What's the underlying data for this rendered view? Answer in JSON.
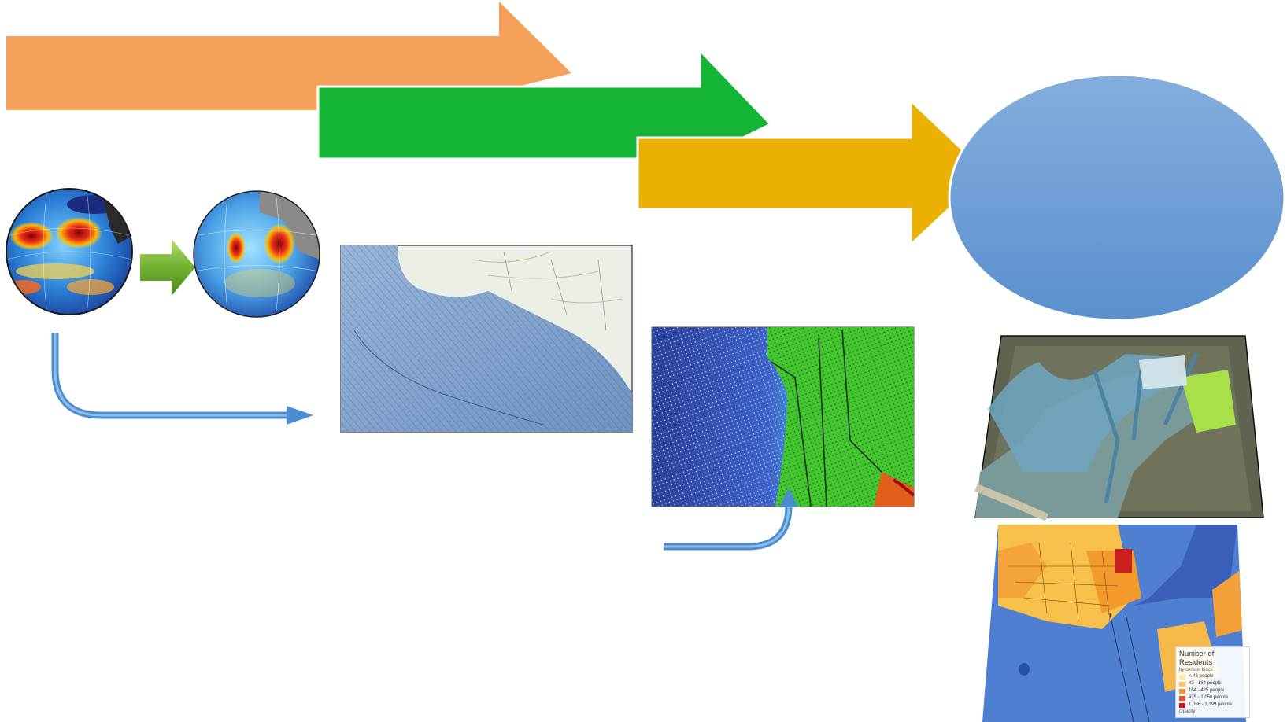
{
  "arrows": [
    {
      "name": "orange",
      "color": "#F6A15B"
    },
    {
      "name": "green",
      "color": "#14B436"
    },
    {
      "name": "gold",
      "color": "#EBB102"
    }
  ],
  "ellipse": {
    "color_top": "#84AEDC",
    "color_bottom": "#5A90CF"
  },
  "legend": {
    "title": "Number of Residents",
    "subtitle": "by census block",
    "items": [
      {
        "label": "< 43 people",
        "color": "#FEE8A8"
      },
      {
        "label": "43 - 164 people",
        "color": "#FDC46A"
      },
      {
        "label": "164 - 425 people",
        "color": "#F8962E"
      },
      {
        "label": "425 - 1,056 people",
        "color": "#E8531C"
      },
      {
        "label": "1,056 - 3,399 people",
        "color": "#C8171B"
      }
    ],
    "opacity_label": "Opacity"
  }
}
